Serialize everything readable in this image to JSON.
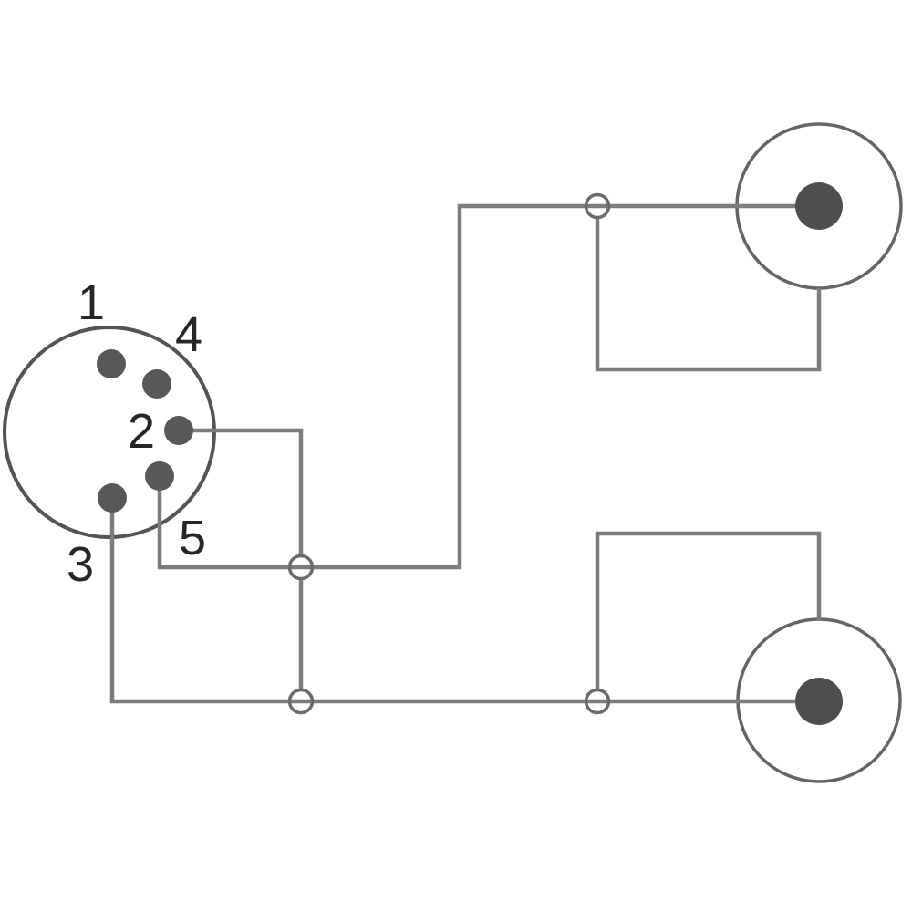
{
  "diagram": {
    "kind": "wiring-pinout-diagram",
    "description": "5-pin DIN connector (front view) wired to two RCA/cinch plugs with solder junction points",
    "colors": {
      "background": "#ffffff",
      "wire": "#7c7c7c",
      "outline": "#545454",
      "rca_outline": "#646464",
      "junction": "#6b6b6b",
      "pin_fill": "#585858",
      "rca_center_fill": "#4e4e4e",
      "label_text": "#262626"
    },
    "din": {
      "pins": [
        {
          "label": "1"
        },
        {
          "label": "4"
        },
        {
          "label": "2"
        },
        {
          "label": "5"
        },
        {
          "label": "3"
        }
      ]
    },
    "rca": [
      {
        "name": "rca-plug-top"
      },
      {
        "name": "rca-plug-bottom"
      }
    ],
    "junction_count": 4,
    "connections": [
      {
        "from": "din-pin-5",
        "to": "rca-top-center-pin"
      },
      {
        "from": "din-pin-3",
        "to": "rca-bottom-center-pin"
      },
      {
        "from": "din-pin-2",
        "to": "junction-on-bottom-wire-left"
      },
      {
        "from": "rca-top-shield",
        "to": "junction-on-top-wire"
      },
      {
        "from": "rca-bottom-shield",
        "to": "junction-on-bottom-wire-right"
      }
    ]
  }
}
